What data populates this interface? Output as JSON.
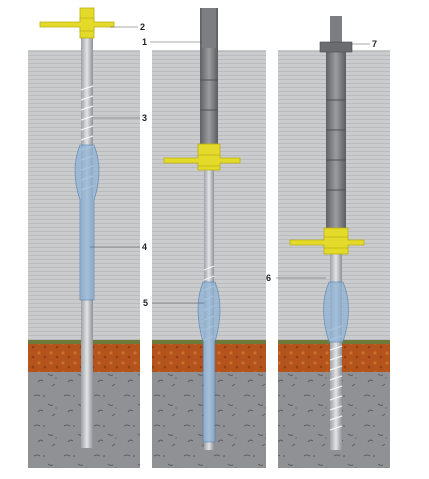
{
  "callouts": [
    {
      "id": "c1",
      "label": "1"
    },
    {
      "id": "c2",
      "label": "2"
    },
    {
      "id": "c3",
      "label": "3"
    },
    {
      "id": "c4",
      "label": "4"
    },
    {
      "id": "c5",
      "label": "5"
    },
    {
      "id": "c6",
      "label": "6"
    },
    {
      "id": "c7",
      "label": "7"
    }
  ],
  "colors": {
    "soil_layer": "#c8c9cb",
    "soil_line": "#b2b3b6",
    "clay_layer": "#b5541e",
    "rock_layer": "#8f9093",
    "pipe": "#7c7e82",
    "screw": "#cfd2d6",
    "tool_yellow": "#e3da2a",
    "sleeve_blue": "#8fb3d6"
  }
}
